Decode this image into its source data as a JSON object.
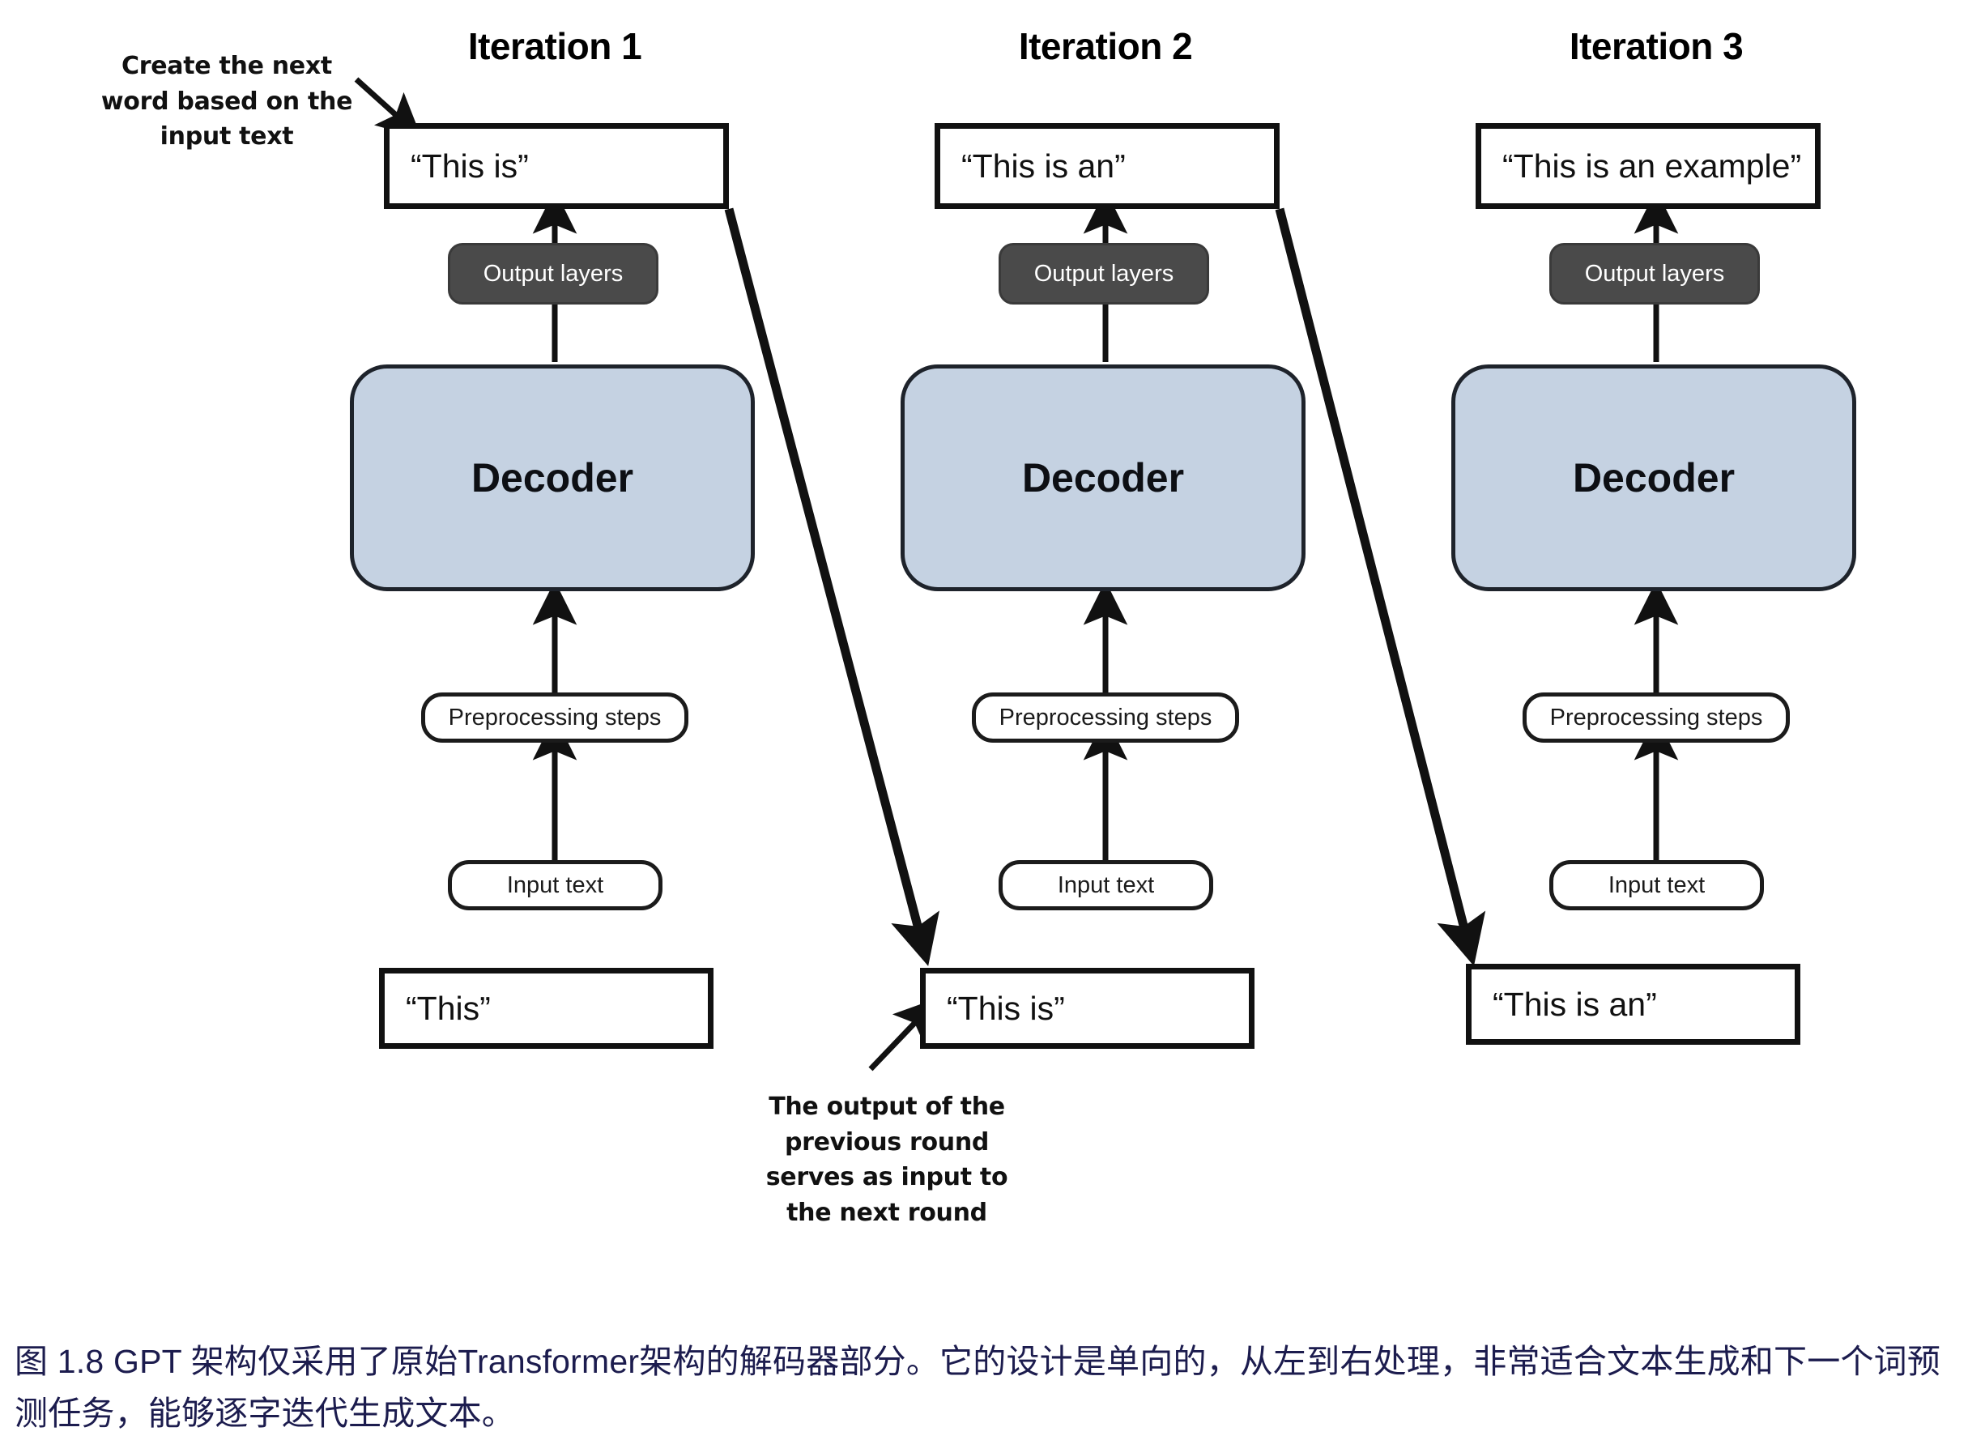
{
  "figure": {
    "columns": [
      {
        "title": "Iteration 1",
        "top_box": "“This is”",
        "output_layers": "Output layers",
        "decoder": "Decoder",
        "preprocessing": "Preprocessing steps",
        "input_text": "Input text",
        "bottom_box": "“This”"
      },
      {
        "title": "Iteration 2",
        "top_box": "“This is an”",
        "output_layers": "Output layers",
        "decoder": "Decoder",
        "preprocessing": "Preprocessing steps",
        "input_text": "Input text",
        "bottom_box": "“This is”"
      },
      {
        "title": "Iteration 3",
        "top_box": "“This is an example”",
        "output_layers": "Output layers",
        "decoder": "Decoder",
        "preprocessing": "Preprocessing steps",
        "input_text": "Input text",
        "bottom_box": "“This is an”"
      }
    ],
    "callouts": {
      "top_left": "Create the next\nword based on the\ninput text",
      "bottom_middle": "The output of the\nprevious round\nserves as input to\nthe next round"
    },
    "caption": "图 1.8  GPT 架构仅采用了原始Transformer架构的解码器部分。它的设计是单向的，从左到右处理，非常适合文本生成和下一个词预测任务，能够逐字迭代生成文本。",
    "colors": {
      "decoder_fill": "#c5d2e2",
      "output_layers_fill": "#4a4a4a",
      "stroke": "#111111",
      "caption_color": "#1c1c4e",
      "background": "#ffffff"
    }
  }
}
